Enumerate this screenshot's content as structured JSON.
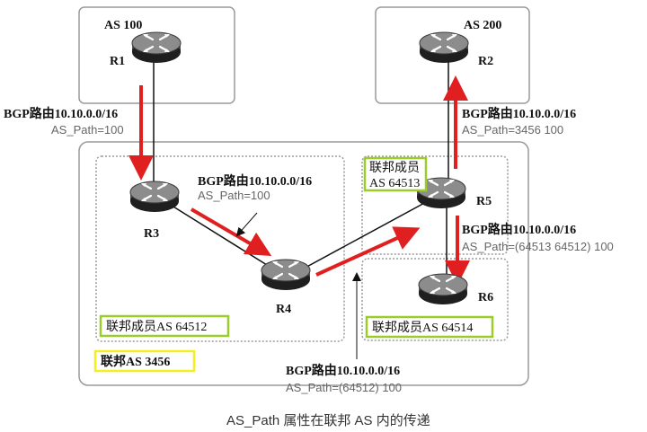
{
  "colors": {
    "arrow": "#e02020",
    "member_border": "#9ccc2a",
    "confed_border": "#f5ee20",
    "region_stroke": "#9a9a9a"
  },
  "icon": "router-icon",
  "regions": {
    "as100": "AS 100",
    "as200": "AS 200",
    "confed": "联邦AS 3456",
    "member1": "联邦成员AS 64512",
    "member2_line1": "联邦成员",
    "member2_line2": "AS 64513",
    "member3": "联邦成员AS 64514"
  },
  "routers": {
    "r1": "R1",
    "r2": "R2",
    "r3": "R3",
    "r4": "R4",
    "r5": "R5",
    "r6": "R6"
  },
  "annotations": [
    {
      "route": "BGP路由10.10.0.0/16",
      "path": "AS_Path=100"
    },
    {
      "route": "BGP路由10.10.0.0/16",
      "path": "AS_Path=100"
    },
    {
      "route": "BGP路由10.10.0.0/16",
      "path": "AS_Path=3456 100"
    },
    {
      "route": "BGP路由10.10.0.0/16",
      "path": "AS_Path=(64513 64512) 100"
    },
    {
      "route": "BGP路由10.10.0.0/16",
      "path": "AS_Path=(64512) 100"
    }
  ],
  "caption": "AS_Path 属性在联邦 AS 内的传递"
}
